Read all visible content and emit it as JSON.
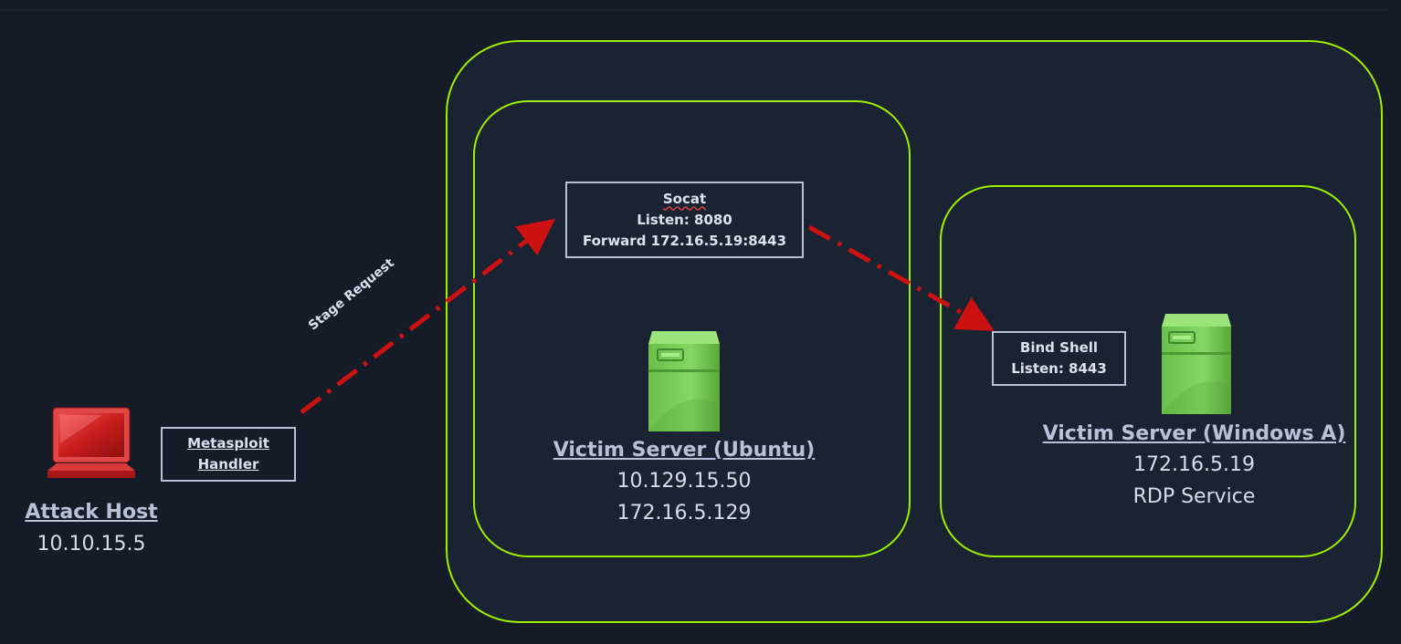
{
  "attack_host": {
    "title": "Attack Host",
    "ip": "10.10.15.5",
    "icon": "laptop-icon",
    "color": "#cc1f1f"
  },
  "handler": {
    "line1": "Metasploit",
    "line2": "Handler"
  },
  "stage_request": "Stage Request",
  "socat": {
    "title": "Socat",
    "listen": "Listen: 8080",
    "forward": "Forward 172.16.5.19:8443"
  },
  "ubuntu": {
    "title": "Victim Server (Ubuntu)",
    "ip1": "10.129.15.50",
    "ip2": "172.16.5.129",
    "icon": "server-icon"
  },
  "bind_shell": {
    "title": "Bind Shell",
    "listen": "Listen: 8443"
  },
  "windows": {
    "title": "Victim Server (Windows A)",
    "ip": "172.16.5.19",
    "service": "RDP Service",
    "icon": "server-icon"
  },
  "colors": {
    "zone_border": "#9fef00",
    "arrow": "#cc1111",
    "server": "#7dcc5a",
    "background": "#151c28"
  }
}
